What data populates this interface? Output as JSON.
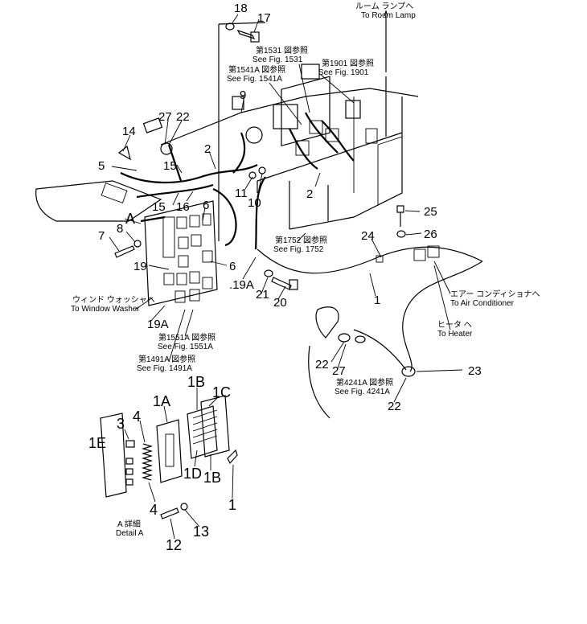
{
  "callouts": {
    "c18": "18",
    "c17": "17",
    "c14": "14",
    "c27a": "27",
    "c22a": "22",
    "c9": "9",
    "c5": "5",
    "c15a": "15",
    "c2a": "2",
    "c11": "11",
    "c10": "10",
    "c2b": "2",
    "cA": "A",
    "c15b": "15",
    "c16": "16",
    "c6a": "6",
    "c7": "7",
    "c8": "8",
    "c25": "25",
    "c24": "24",
    "c26": "26",
    "c19": "19",
    "c6b": "6",
    "c19a": ".19A",
    "c21": "21",
    "c20": "20",
    "c19b": "19A",
    "c1": "1",
    "c22b": "22",
    "c27b": "27",
    "c23": "23",
    "c22c": "22",
    "d1B": "1B",
    "d1C": "1C",
    "d1A": "1A",
    "d3": "3",
    "d4a": "4",
    "d1E": "1E",
    "d1D": "1D",
    "d1Bb": "1B",
    "d1": "1",
    "d4b": "4",
    "d13": "13",
    "d12": "12"
  },
  "references": {
    "room_lamp_jp": "ルーム ランプへ",
    "room_lamp_en": "To Room Lamp",
    "fig1531_jp": "第1531 図参照",
    "fig1531_en": "See Fig. 1531",
    "fig1901_jp": "第1901 図参照",
    "fig1901_en": "See Fig. 1901",
    "fig1541_jp": "第1541A 図参照",
    "fig1541_en": "See Fig. 1541A",
    "fig1752_jp": "第1752 図参照",
    "fig1752_en": "See Fig. 1752",
    "washer_jp": "ウィンド ウォッシャへ",
    "washer_en": "To Window Washer",
    "aircon_jp": "エアー コンディショナへ",
    "aircon_en": "To Air Conditioner",
    "heater_jp": "ヒータ へ",
    "heater_en": "To Heater",
    "fig1551_jp": "第1551A 図参照",
    "fig1551_en": "See Fig. 1551A",
    "fig1491_jp": "第1491A 図参照",
    "fig1491_en": "See Fig. 1491A",
    "fig4241_jp": "第4241A 図参照",
    "fig4241_en": "See Fig. 4241A",
    "detail_jp": "A 詳細",
    "detail_en": "Detail A"
  }
}
